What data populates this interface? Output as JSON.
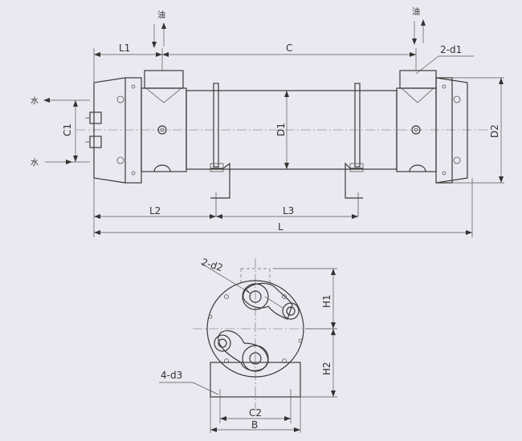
{
  "labels": {
    "oil_in": "油",
    "oil_out": "油",
    "water_out": "水",
    "water_in": "水",
    "L1": "L1",
    "C": "C",
    "d1": "2-d1",
    "C1": "C1",
    "D1": "D1",
    "D2": "D2",
    "L2": "L2",
    "L3": "L3",
    "L": "L",
    "d2": "2-d2",
    "d3": "4-d3",
    "H1": "H1",
    "H2": "H2",
    "C2": "C2",
    "B": "B"
  },
  "colors": {
    "background": "#e9e9f1",
    "line": "#3a3a3a"
  }
}
